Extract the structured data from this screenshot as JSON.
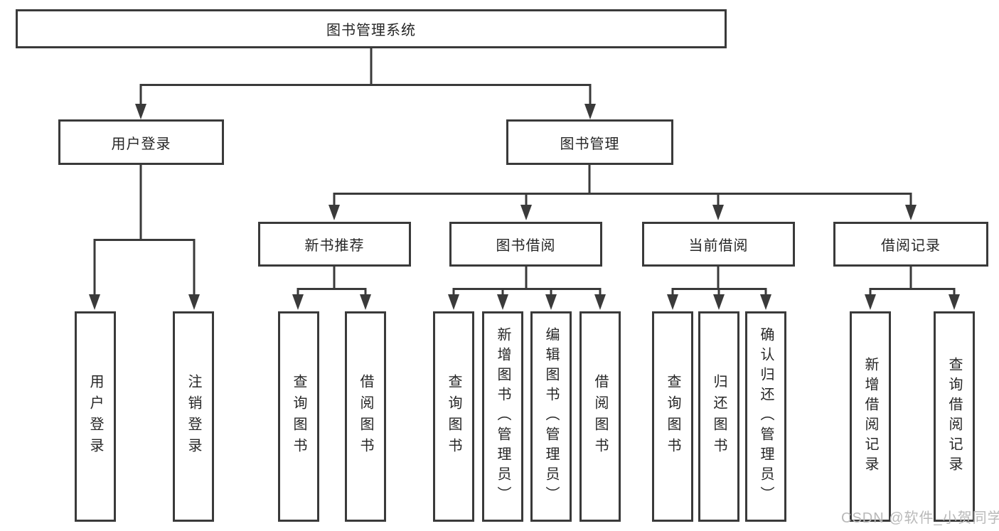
{
  "tree": {
    "root": "图书管理系统",
    "branches": [
      {
        "label": "用户登录",
        "children": [
          {
            "label": "用户登录"
          },
          {
            "label": "注销登录"
          }
        ]
      },
      {
        "label": "图书管理",
        "groups": [
          {
            "label": "新书推荐",
            "children": [
              {
                "label": "查询图书"
              },
              {
                "label": "借阅图书"
              }
            ]
          },
          {
            "label": "图书借阅",
            "children": [
              {
                "label": "查询图书"
              },
              {
                "label": "新增图书（管理员）"
              },
              {
                "label": "编辑图书（管理员）"
              },
              {
                "label": "借阅图书"
              }
            ]
          },
          {
            "label": "当前借阅",
            "children": [
              {
                "label": "查询图书"
              },
              {
                "label": "归还图书"
              },
              {
                "label": "确认归还（管理员）"
              }
            ]
          },
          {
            "label": "借阅记录",
            "children": [
              {
                "label": "新增借阅记录"
              },
              {
                "label": "查询借阅记录"
              }
            ]
          }
        ]
      }
    ]
  },
  "watermark": {
    "text": "CSDN @软件_小贺同学",
    "color": "#b9b9b9"
  },
  "colors": {
    "line": "#3a3a3a",
    "text": "#262626",
    "background": "#ffffff"
  }
}
